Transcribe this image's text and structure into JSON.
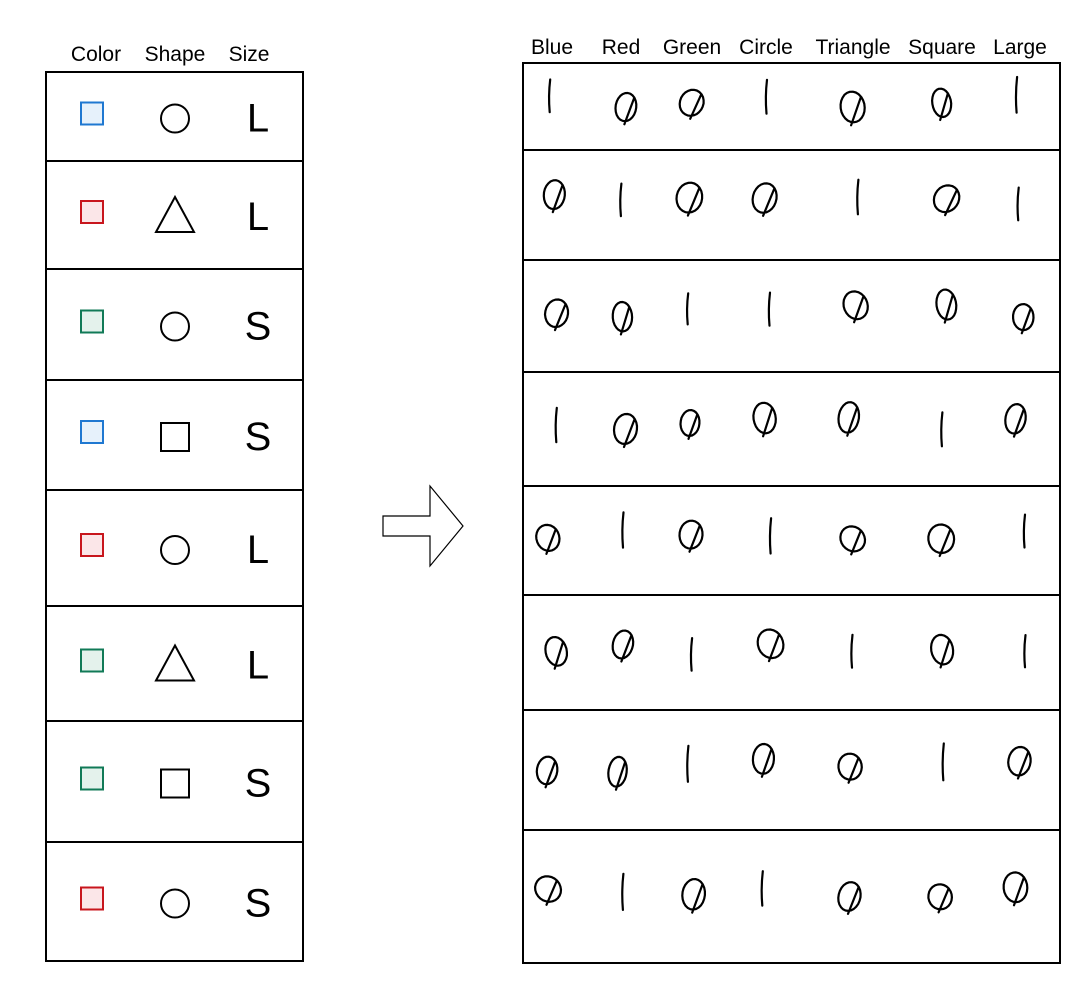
{
  "colors": {
    "blue": "#1f78d1",
    "red": "#c8161d",
    "green": "#117a57",
    "blue_fill": "#e6f1fb",
    "red_fill": "#fbe6e8",
    "green_fill": "#e4f2ec",
    "ink": "#000000"
  },
  "legend": {
    "headers": [
      "Color",
      "Shape",
      "Size"
    ],
    "rows": [
      {
        "color": "blue",
        "shape": "circle",
        "size": "L"
      },
      {
        "color": "red",
        "shape": "triangle",
        "size": "L"
      },
      {
        "color": "green",
        "shape": "circle",
        "size": "S"
      },
      {
        "color": "blue",
        "shape": "square",
        "size": "S"
      },
      {
        "color": "red",
        "shape": "circle",
        "size": "L"
      },
      {
        "color": "green",
        "shape": "triangle",
        "size": "L"
      },
      {
        "color": "green",
        "shape": "square",
        "size": "S"
      },
      {
        "color": "red",
        "shape": "circle",
        "size": "S"
      }
    ]
  },
  "arrow": {
    "icon": "right-arrow-icon"
  },
  "encoding": {
    "headers": [
      "Blue",
      "Red",
      "Green",
      "Circle",
      "Triangle",
      "Square",
      "Large"
    ],
    "rows": [
      [
        "1",
        "0",
        "0",
        "1",
        "0",
        "0",
        "1"
      ],
      [
        "0",
        "1",
        "0",
        "0",
        "1",
        "0",
        "1"
      ],
      [
        "0",
        "0",
        "1",
        "1",
        "0",
        "0",
        "0"
      ],
      [
        "1",
        "0",
        "0",
        "0",
        "0",
        "1",
        "0"
      ],
      [
        "0",
        "1",
        "0",
        "1",
        "0",
        "0",
        "1"
      ],
      [
        "0",
        "0",
        "1",
        "0",
        "1",
        "0",
        "1"
      ],
      [
        "0",
        "0",
        "1",
        "0",
        "0",
        "1",
        "0"
      ],
      [
        "0",
        "1",
        "0",
        "1",
        "0",
        "0",
        "0"
      ]
    ]
  }
}
